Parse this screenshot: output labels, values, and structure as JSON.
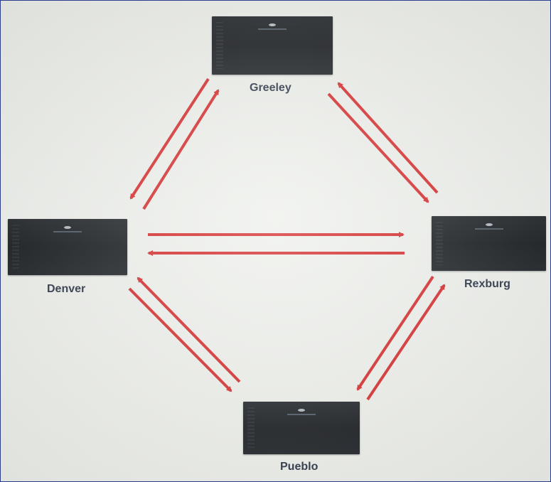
{
  "nodes": [
    {
      "id": "greeley",
      "label": "Greeley"
    },
    {
      "id": "denver",
      "label": "Denver"
    },
    {
      "id": "rexburg",
      "label": "Rexburg"
    },
    {
      "id": "pueblo",
      "label": "Pueblo"
    }
  ],
  "links": [
    {
      "from": "greeley",
      "to": "denver"
    },
    {
      "from": "denver",
      "to": "greeley"
    },
    {
      "from": "greeley",
      "to": "rexburg"
    },
    {
      "from": "rexburg",
      "to": "greeley"
    },
    {
      "from": "denver",
      "to": "rexburg"
    },
    {
      "from": "rexburg",
      "to": "denver"
    },
    {
      "from": "denver",
      "to": "pueblo"
    },
    {
      "from": "pueblo",
      "to": "denver"
    },
    {
      "from": "pueblo",
      "to": "rexburg"
    },
    {
      "from": "rexburg",
      "to": "pueblo"
    }
  ],
  "colors": {
    "arrow": "#d42a2a",
    "server": "#1a1d21",
    "label": "#2a3344"
  },
  "icons": {
    "server": "server-icon"
  }
}
